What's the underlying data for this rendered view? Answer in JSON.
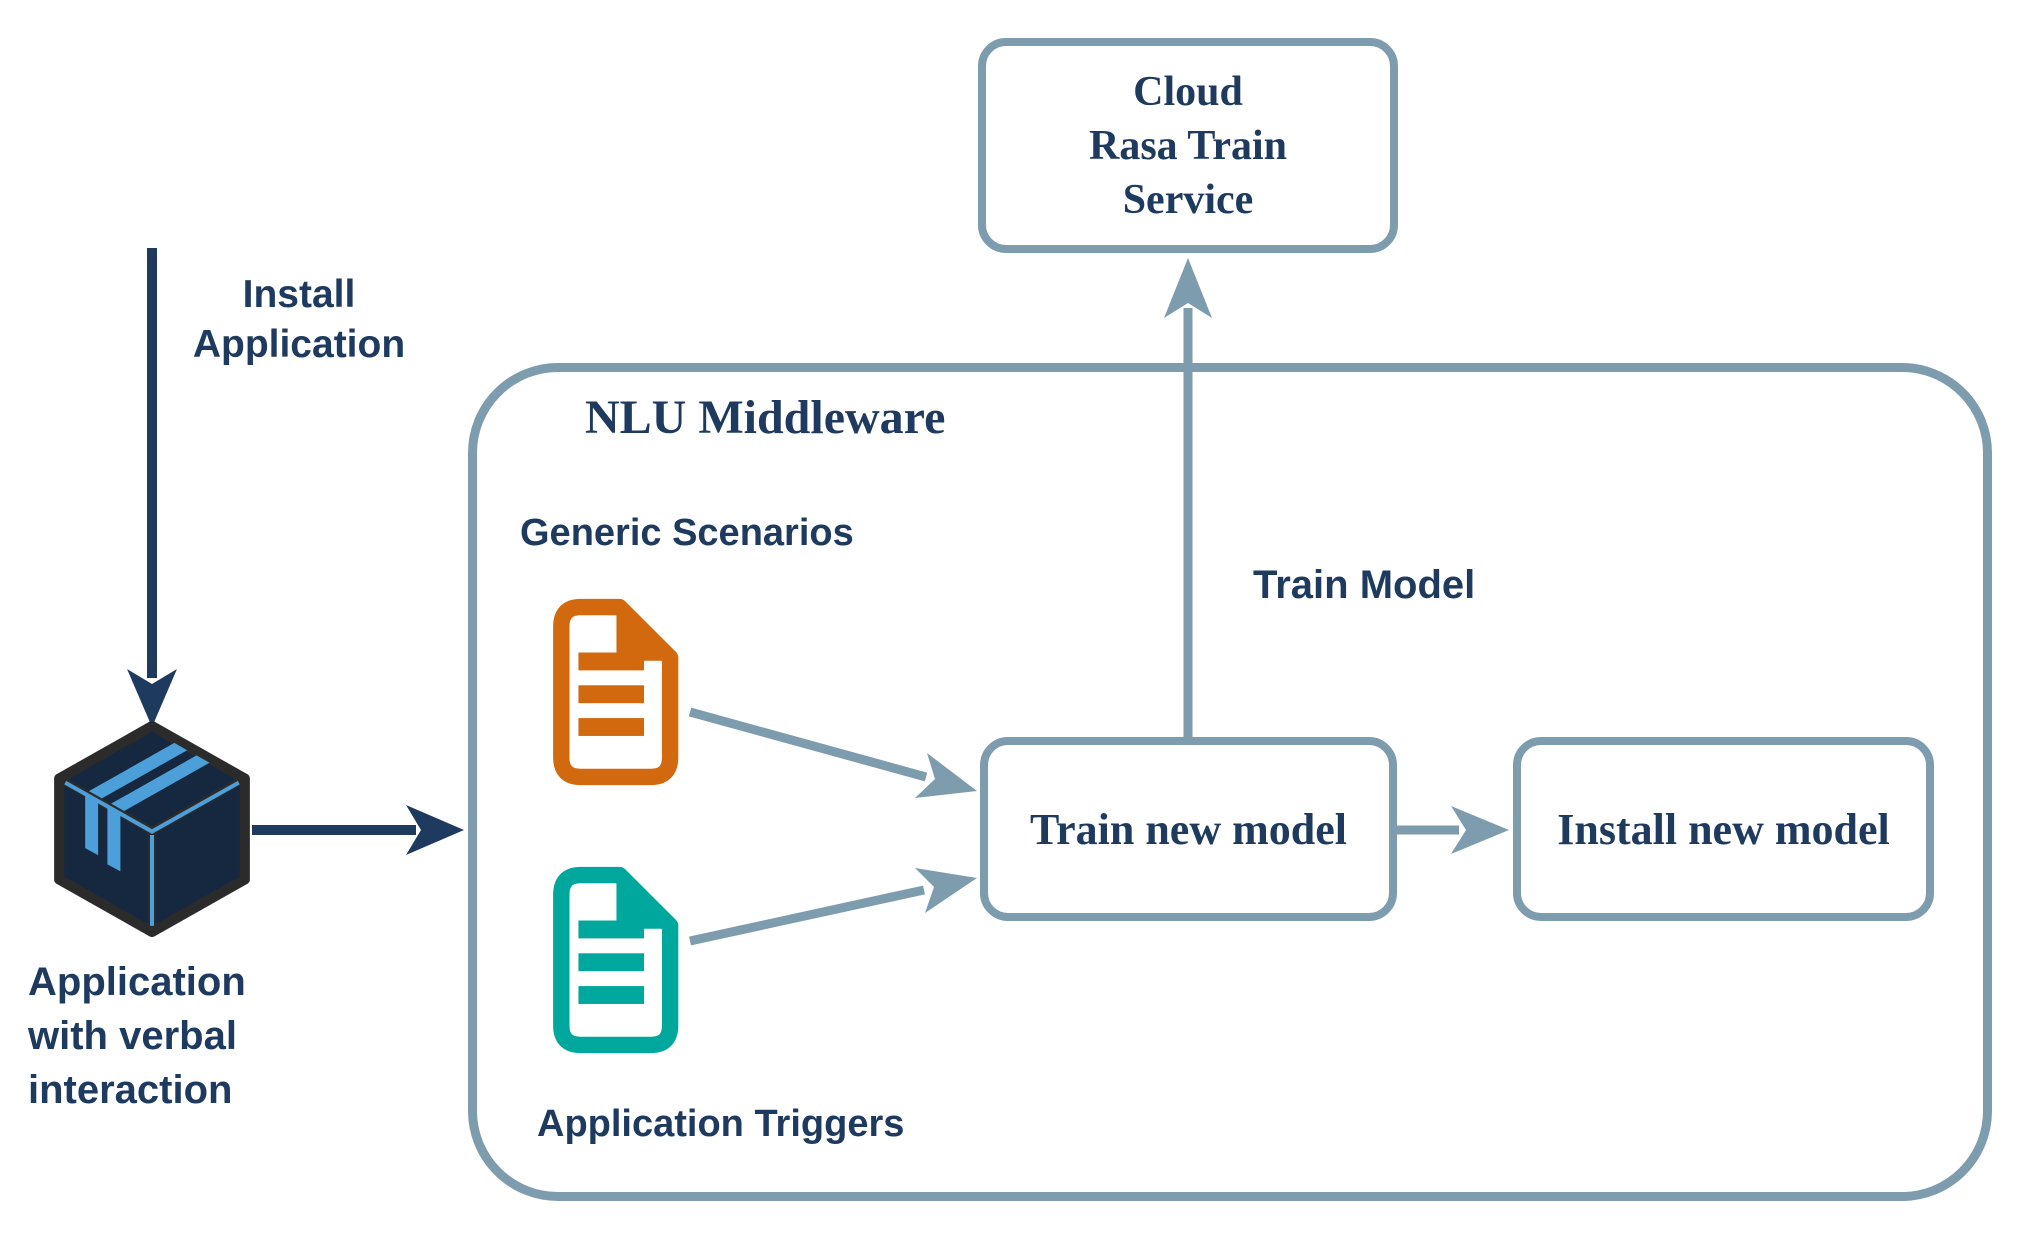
{
  "diagram": {
    "colors": {
      "navy": "#1e3a5f",
      "steel": "#7d9cad",
      "orange": "#d2690f",
      "teal": "#00a79c",
      "cube_fill": "#152840",
      "cube_stripe": "#4c9fd8",
      "cube_outline": "#2b2b2b",
      "background": "#ffffff"
    },
    "nodes": {
      "cloud_service": {
        "lines": [
          "Cloud",
          "Rasa Train",
          "Service"
        ]
      },
      "nlu_middleware": {
        "title": "NLU Middleware"
      },
      "train_new_model": {
        "label": "Train new model"
      },
      "install_new_model": {
        "label": "Install new model"
      },
      "application": {
        "lines": [
          "Application",
          "with verbal",
          "interaction"
        ]
      }
    },
    "labels": {
      "install_application": {
        "lines": [
          "Install",
          "Application"
        ]
      },
      "generic_scenarios": "Generic Scenarios",
      "application_triggers": "Application Triggers",
      "train_model": "Train Model"
    },
    "icons": {
      "generic_scenarios_doc": "document-icon",
      "application_triggers_doc": "document-icon",
      "application_package": "package-icon"
    }
  }
}
